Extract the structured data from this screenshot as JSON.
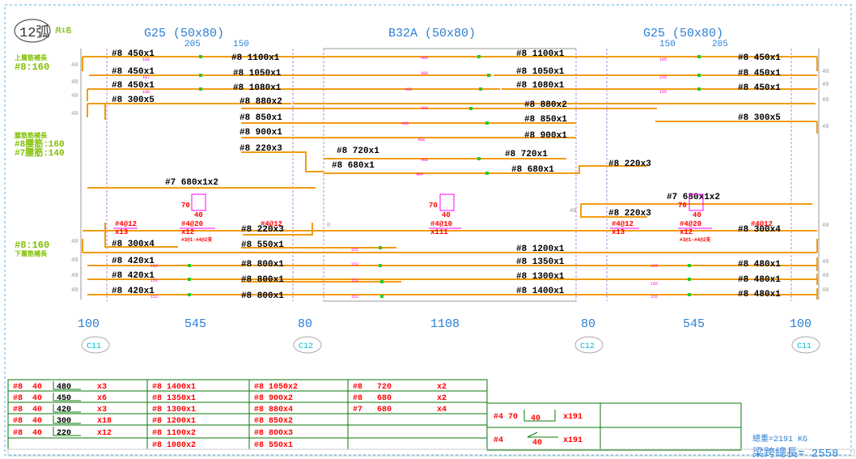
{
  "title": {
    "circle": "12弧",
    "subtitle": "共1名"
  },
  "beams": {
    "left": "G25 (50x80)",
    "center": "B32A (50x80)",
    "right": "G25 (50x80)"
  },
  "top_dims": {
    "l1": "205",
    "l2": "150",
    "r1": "150",
    "r2": "205"
  },
  "side_notes": {
    "top_label": "上層筋補長",
    "top_val": "#8:160",
    "mid_label1": "腰筋筋補長",
    "mid_label2": "#8腰筋:160",
    "mid_label3": "#7腰筋:140",
    "bot_val": "#8:160",
    "bot_label": "下層筋補長"
  },
  "spans": {
    "s1": "100",
    "s2": "545",
    "s3": "80",
    "s4": "1108",
    "s5": "80",
    "s6": "545",
    "s7": "100"
  },
  "columns": {
    "c1": "C11",
    "c2": "C12",
    "c3": "C12",
    "c4": "C11"
  },
  "rebar_labels": {
    "r01": "#8 450x1",
    "r02": "#8 1100x1",
    "r03": "#8 1100x1",
    "r04": "#8 450x1",
    "r05": "#8 450x1",
    "r06": "#8 1050x1",
    "r07": "#8 1050x1",
    "r08": "#8 450x1",
    "r09": "#8 450x1",
    "r10": "#8 1080x1",
    "r11": "#8 1080x1",
    "r12": "#8 450x1",
    "r13": "#8 300x5",
    "r14": "#8 880x2",
    "r15": "#8 880x2",
    "r16": "#8 300x5",
    "r17": "#8 850x1",
    "r18": "#8 850x1",
    "r19": "#8 900x1",
    "r20": "#8 900x1",
    "r21": "#8 220x3",
    "r22": "#8 720x1",
    "r23": "#8 720x1",
    "r24": "#8 220x3",
    "r25": "#8 680x1",
    "r26": "#8 680x1",
    "r27": "#7 680x1x2",
    "r28": "#7 680x1x2",
    "r29": "#8 220x3",
    "r30": "#8 220x3",
    "r31": "#8 300x4",
    "r32": "#8 300x4",
    "r33": "#8 550x1",
    "r34": "#8 1200x1",
    "r35": "#8 420x1",
    "r36": "#8 800x1",
    "r37": "#8 1350x1",
    "r38": "#8 480x1",
    "r39": "#8 420x1",
    "r40": "#8 800x1",
    "r41": "#8 1300x1",
    "r42": "#8 480x1",
    "r43": "#8 420x1",
    "r44": "#8 800x1",
    "r45": "#8 1400x1",
    "r46": "#8 480x1"
  },
  "stirrups": {
    "s_box": "70",
    "s_w": "40",
    "left_a": "#4@12",
    "left_b": "x13",
    "left_c": "#4@20",
    "left_d": "x12",
    "left_e": "#3@1-#4@2支",
    "left_f": "#4@12",
    "mid_a": "#4@10",
    "mid_b": "x111",
    "right_a": "#4@12",
    "right_b": "x13",
    "right_c": "#4@20",
    "right_d": "x12",
    "right_e": "#3@1-#4@2支",
    "right_f": "#4@12"
  },
  "table": {
    "col1": [
      {
        "bar": "#8",
        "hook": "40",
        "len": "480",
        "qty": "x3"
      },
      {
        "bar": "#8",
        "hook": "40",
        "len": "450",
        "qty": "x6"
      },
      {
        "bar": "#8",
        "hook": "40",
        "len": "420",
        "qty": "x3"
      },
      {
        "bar": "#8",
        "hook": "40",
        "len": "300",
        "qty": "x18"
      },
      {
        "bar": "#8",
        "hook": "40",
        "len": "220",
        "qty": "x12"
      }
    ],
    "col2": [
      "#8 1400x1",
      "#8 1350x1",
      "#8 1300x1",
      "#8 1200x1",
      "#8 1100x2",
      "#8 1080x2"
    ],
    "col3": [
      "#8 1050x2",
      "#8 900x2",
      "#8 880x4",
      "#8 850x2",
      "#8 800x3",
      "#8 550x1"
    ],
    "col4": [
      {
        "bar": "#8",
        "len": "720",
        "qty": "x2"
      },
      {
        "bar": "#8",
        "len": "680",
        "qty": "x2"
      },
      {
        "bar": "#7",
        "len": "680",
        "qty": "x4"
      }
    ],
    "stir1": {
      "bar": "#4",
      "a": "70",
      "b": "40",
      "qty": "x191"
    },
    "stir2": {
      "bar": "#4",
      "b": "40",
      "qty": "x191"
    }
  },
  "totals": {
    "weight": "總重=2191 KG",
    "length": "梁跨總長= 2558"
  },
  "colors": {
    "rebar": "#f39c12",
    "dim": "#2b7fd6",
    "note": "#7fbf00",
    "stirrup": "#ff0000",
    "table": "#0a7a0a"
  }
}
